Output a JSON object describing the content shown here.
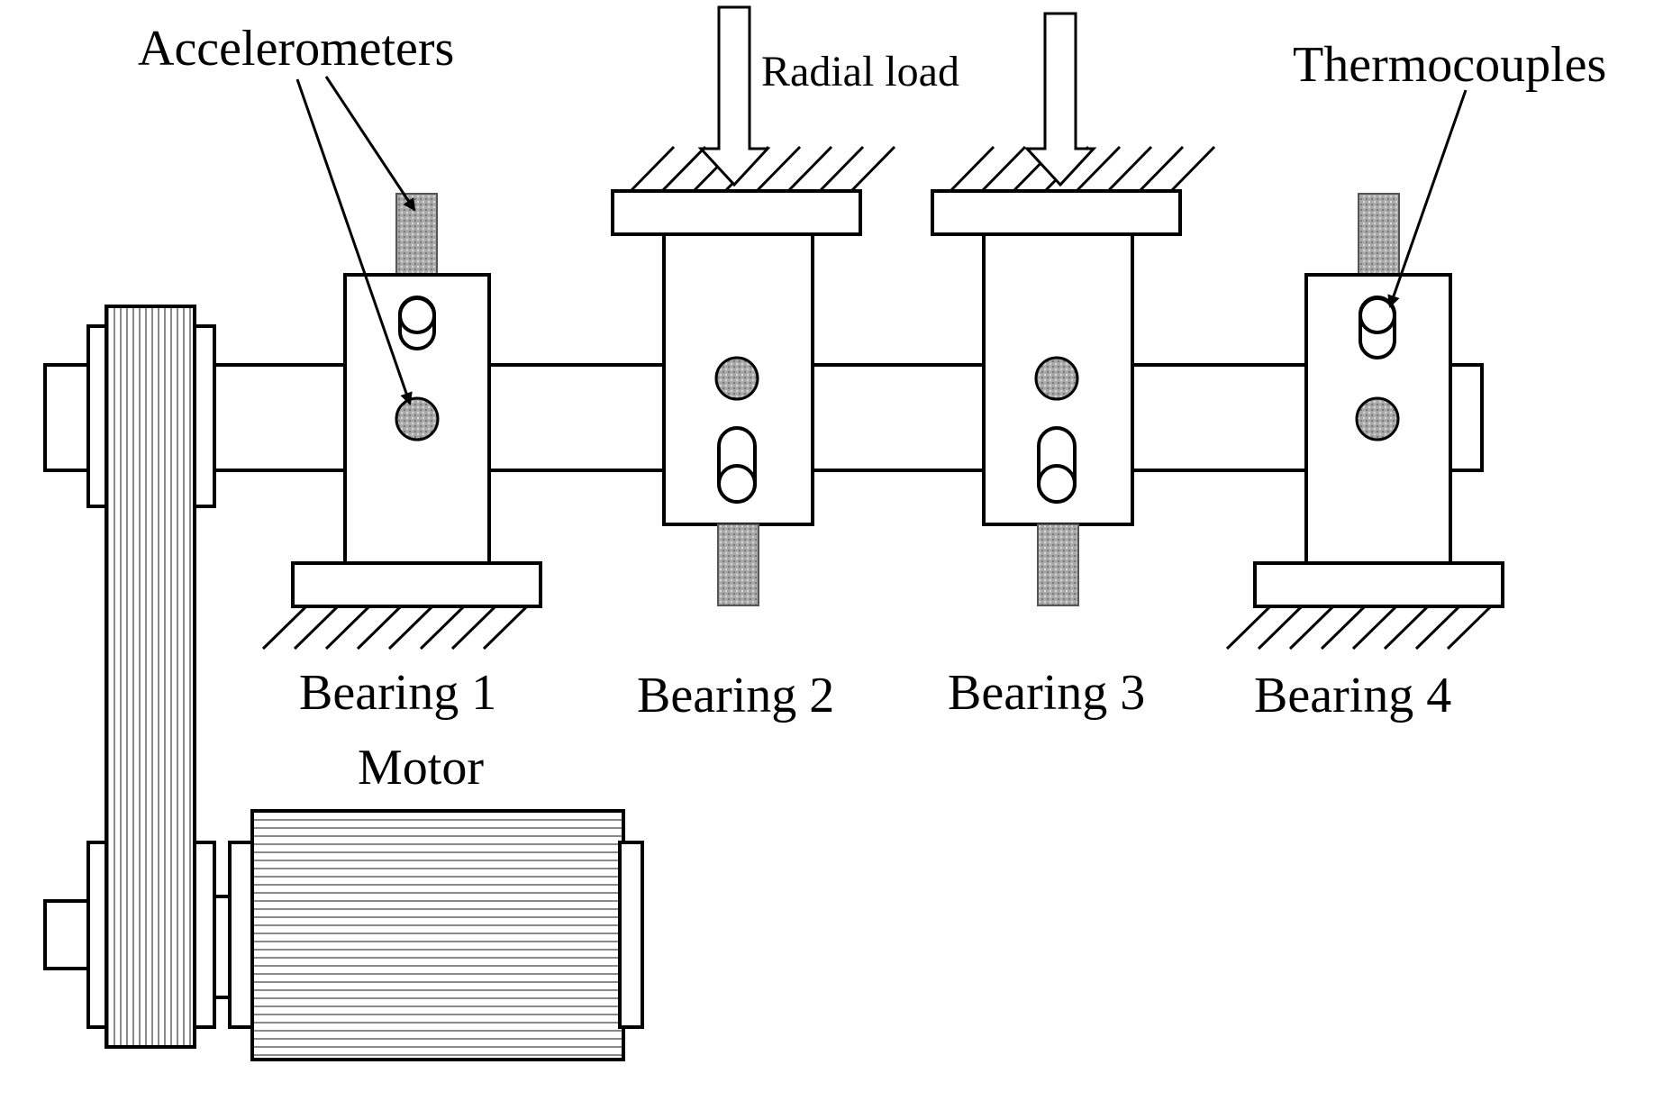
{
  "labels": {
    "accelerometers": "Accelerometers",
    "radial_load": "Radial load",
    "thermocouples": "Thermocouples",
    "bearing1": "Bearing 1",
    "bearing2": "Bearing 2",
    "bearing3": "Bearing 3",
    "bearing4": "Bearing 4",
    "motor": "Motor"
  },
  "colors": {
    "line": "#000000",
    "fill": "#ffffff",
    "sensor": "#9a9a9a",
    "stripe": "#8a8a8a"
  }
}
